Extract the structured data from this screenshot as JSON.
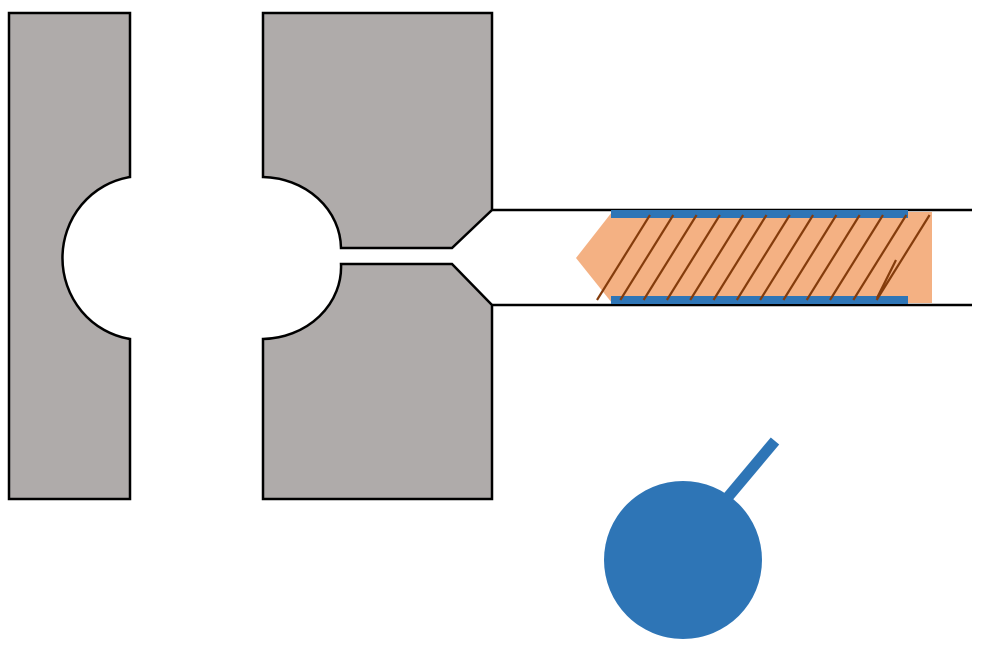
{
  "colors": {
    "block_fill": "#afabaa",
    "outline": "#000000",
    "background": "#ffffff",
    "insert_fill": "#f4b183",
    "insert_band": "#2e75b6",
    "hatch": "#843c0c",
    "sphere_fill": "#2e75b6"
  },
  "components": {
    "left_block": "mold-block-left",
    "right_block_upper": "mold-block-right-upper",
    "right_block_lower": "mold-block-right-lower",
    "channel": "injection-channel",
    "insert": "hatched-insert",
    "sphere": "sphere-with-rod"
  }
}
